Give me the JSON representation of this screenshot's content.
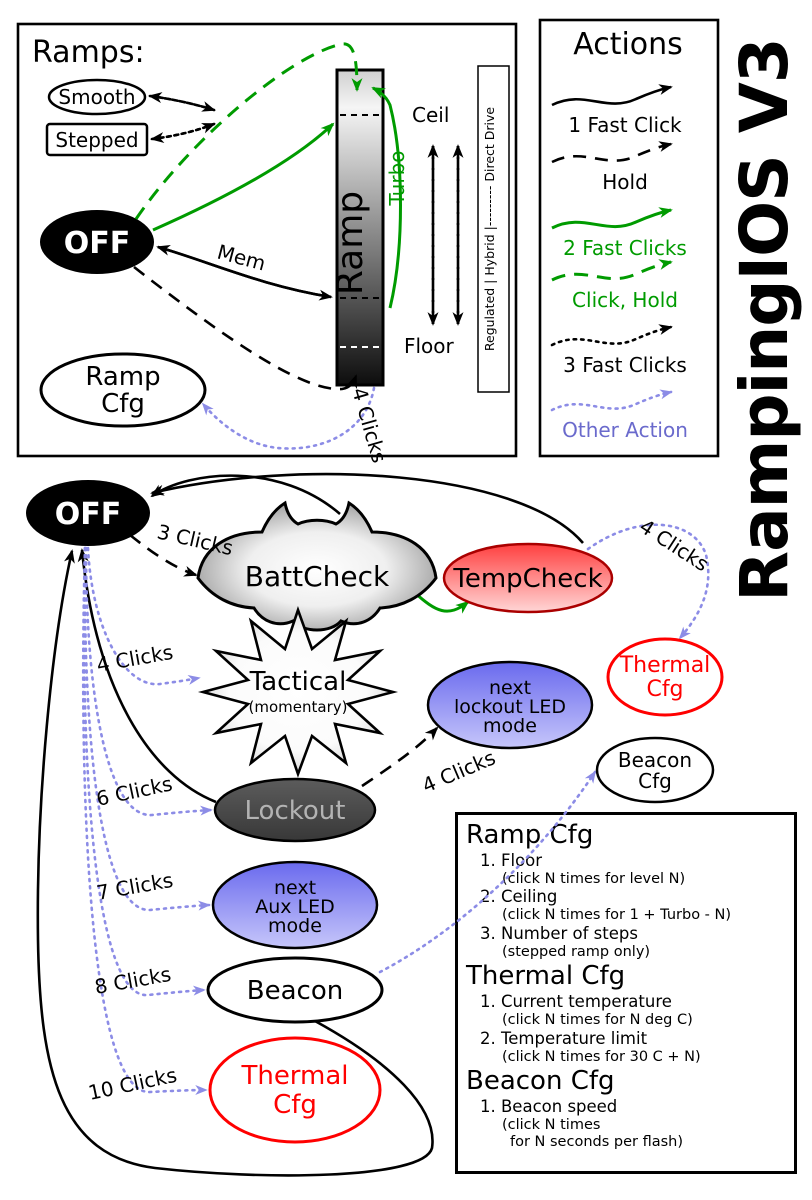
{
  "title": "RampingIOS V3",
  "colors": {
    "action_green": "#009b00",
    "action_blue": "#8c8ce6",
    "alert_red": "#ff0000"
  },
  "ramps_box": {
    "title": "Ramps:",
    "smooth": "Smooth",
    "stepped": "Stepped",
    "off": "OFF",
    "bar_label": "Ramp",
    "ceil": "Ceil",
    "floor": "Floor",
    "turbo": "Turbo",
    "mem": "Mem",
    "drive_scale": "Regulated | Hybrid |--------- Direct Drive",
    "ramp_cfg": {
      "line1": "Ramp",
      "line2": "Cfg"
    },
    "four_clicks": "4 Clicks"
  },
  "actions_box": {
    "title": "Actions",
    "items": [
      {
        "label": "1 Fast Click",
        "style": "solid-black"
      },
      {
        "label": "Hold",
        "style": "dashed-black"
      },
      {
        "label": "2 Fast Clicks",
        "style": "solid-green"
      },
      {
        "label": "Click, Hold",
        "style": "dashed-green"
      },
      {
        "label": "3 Fast Clicks",
        "style": "dotted-black"
      },
      {
        "label": "Other Action",
        "style": "dotted-blue"
      }
    ]
  },
  "main": {
    "off": "OFF",
    "battcheck": "BattCheck",
    "tempcheck": "TempCheck",
    "tactical": {
      "line1": "Tactical",
      "line2": "(momentary)"
    },
    "lockout": "Lockout",
    "lockout_led": {
      "line1": "next",
      "line2": "lockout LED",
      "line3": "mode"
    },
    "aux_led": {
      "line1": "next",
      "line2": "Aux LED",
      "line3": "mode"
    },
    "beacon": "Beacon",
    "thermal_cfg_right": {
      "line1": "Thermal",
      "line2": "Cfg"
    },
    "thermal_cfg_bottom": {
      "line1": "Thermal",
      "line2": "Cfg"
    },
    "beacon_cfg": {
      "line1": "Beacon",
      "line2": "Cfg"
    },
    "labels": {
      "clicks3": "3 Clicks",
      "clicks4_tactical": "4 Clicks",
      "clicks4_thermal": "4 Clicks",
      "clicks4_beacon": "4 Clicks",
      "clicks6": "6 Clicks",
      "clicks7": "7 Clicks",
      "clicks8": "8 Clicks",
      "clicks10": "10 Clicks"
    }
  },
  "cfg_box": {
    "sections": [
      {
        "title": "Ramp Cfg",
        "items": [
          {
            "main": "1. Floor",
            "sub": [
              "(click N times for level N)"
            ]
          },
          {
            "main": "2. Ceiling",
            "sub": [
              "(click N times for 1 + Turbo - N)"
            ]
          },
          {
            "main": "3. Number of steps",
            "sub": [
              "(stepped ramp only)"
            ]
          }
        ]
      },
      {
        "title": "Thermal Cfg",
        "items": [
          {
            "main": "1. Current temperature",
            "sub": [
              "(click N times for N deg C)"
            ]
          },
          {
            "main": "2. Temperature limit",
            "sub": [
              "(click N times for 30 C + N)"
            ]
          }
        ]
      },
      {
        "title": "Beacon Cfg",
        "items": [
          {
            "main": "1. Beacon speed",
            "sub": [
              "(click N times",
              "for N seconds per flash)"
            ]
          }
        ]
      }
    ]
  }
}
